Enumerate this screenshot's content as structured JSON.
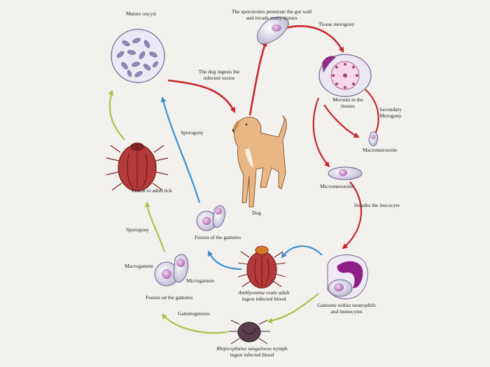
{
  "colors": {
    "red": "#c8282a",
    "blue": "#3a8fd0",
    "green": "#a6c44a",
    "background": "#f3f1ee"
  },
  "labels": {
    "mature_oocyst": "Mature oocyst",
    "sporozoites": "The sporozoites penetrate the gut wall\nand invade many tissues",
    "tissue_merogony": "Tissue merogony",
    "dog_ingests": "The dog ingests the\ninfected vector",
    "meronts": "Meronts in the\ntissues",
    "secondary_merogony": "Secundary\nMerogony",
    "macromerozoite": "Macromerozoite",
    "sporogony_top": "Sporogony",
    "ecdise": "Ecdise to adult tick",
    "dog": "Dog",
    "micromerozoite": "Micromerozoite",
    "invades_leucocyte": "Invades the leucocyte",
    "sporogony_left": "Sporogony",
    "fusion_gametes_top": "Fusion of the gametes",
    "macrogamete": "Macrogamete",
    "microgamete": "Microgamete",
    "fusion_gametes_bottom": "Fusion od the gametes",
    "amblyomma_italic": "Amblyomma ovale adult",
    "amblyomma_rest": "ingest infected blood",
    "gamonts": "Gamonts within neutrophils\nand monocytes",
    "gametogenesis": "Gametogenesis",
    "rhipicephalus_italic": "Rhipicephalus sanguineus",
    "rhipicephalus_mid": " nymph",
    "rhipicephalus_rest": "ingest infected blood"
  }
}
